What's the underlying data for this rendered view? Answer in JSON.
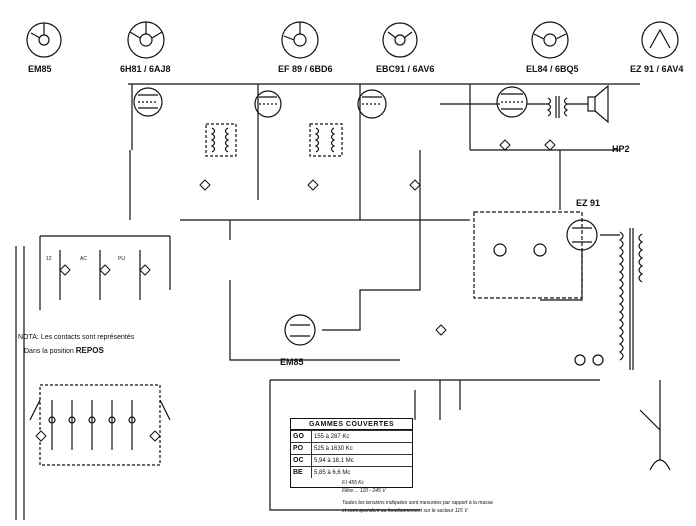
{
  "tubes": [
    {
      "label": "EM85"
    },
    {
      "label": "6H81 / 6AJ8"
    },
    {
      "label": "EF 89 / 6BD6"
    },
    {
      "label": "EBC91 / 6AV6"
    },
    {
      "label": "EL84 / 6BQ5"
    },
    {
      "label": "EZ 91 / 6AV4"
    }
  ],
  "component_labels": {
    "em85_lower": "EM85",
    "ez91_side": "EZ 91",
    "hp": "HP2",
    "pos_ac": "AC",
    "pos_pu": "PU",
    "pos_12": "12"
  },
  "notes": {
    "line1": "NOTA: Les contacts sont représentés",
    "line2_prefix": "Dans la position",
    "line2_word": "REPOS"
  },
  "bands": {
    "title": "GAMMES COUVERTES",
    "rows": [
      {
        "code": "GO",
        "range": "155 à 287 Kc"
      },
      {
        "code": "PO",
        "range": "525 à 1630 Kc"
      },
      {
        "code": "OC",
        "range": "5,94 à 18,1 Mc"
      },
      {
        "code": "BE",
        "range": "5,85 à 6,6 Mc"
      }
    ]
  },
  "footnotes": {
    "a": "F.I 455 Kc",
    "b": "Filtre ... 110 - 245 V",
    "c": "Toutes les tensions indiquées sont mesurées par rapport à la masse",
    "d": "et correspondent au fonctionnement sur le secteur 115 V"
  }
}
